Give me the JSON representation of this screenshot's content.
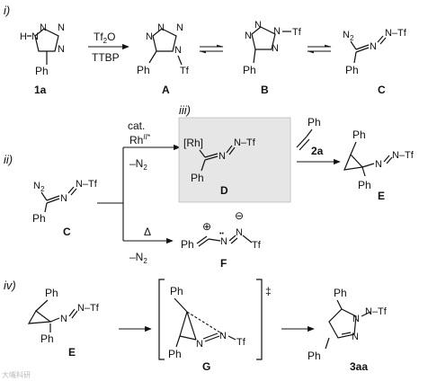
{
  "sections": {
    "i": "i)",
    "ii": "ii)",
    "iii": "iii)",
    "iv": "iv)"
  },
  "compounds": {
    "c1a": "1a",
    "A": "A",
    "B": "B",
    "C": "C",
    "C2": "C",
    "D": "D",
    "E": "E",
    "E2": "E",
    "F": "F",
    "G": "G",
    "c3aa": "3aa",
    "c2a": "2a"
  },
  "atoms": {
    "N": "N",
    "H": "H",
    "Ph": "Ph",
    "Tf": "Tf",
    "N2": "N2",
    "N_Tf": "N–Tf",
    "Rh": "[Rh]",
    "plus": "⊕",
    "minus": "⊖",
    "dots": "••"
  },
  "reagents": {
    "tf2o": "Tf2O",
    "ttbp": "TTBP",
    "cat": "cat.",
    "rh": "RhII*",
    "minus_n2": "–N2",
    "heat": "Δ",
    "dagger": "‡"
  },
  "watermark": "大嘴科研",
  "colors": {
    "box_fill": "#e6e6e6",
    "ink": "#111111"
  }
}
